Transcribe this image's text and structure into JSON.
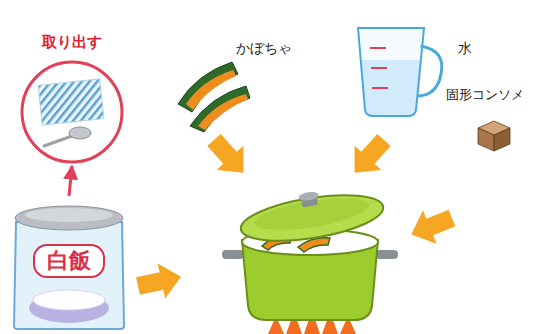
{
  "diagram": {
    "nodes": [
      {
        "text": [
          "取り出す"
        ]
      },
      {
        "text": [
          "白飯"
        ]
      }
    ],
    "edges": [
      {
        "from": 1,
        "to": 0,
        "arrow": "to"
      }
    ],
    "labels": [
      "かぼちゃ",
      "水",
      "固形コンソメ"
    ]
  }
}
